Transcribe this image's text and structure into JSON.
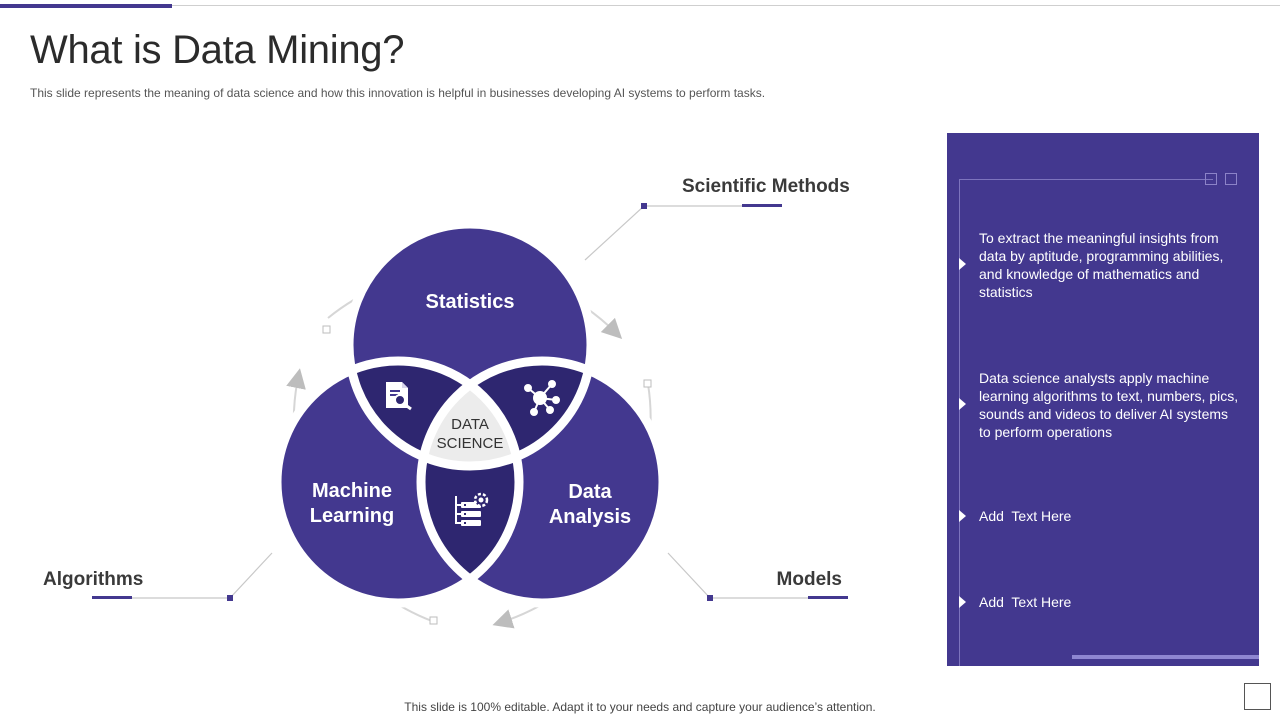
{
  "slide": {
    "title": "What is Data Mining?",
    "subtitle": "This slide represents the meaning of data science and how this innovation is helpful in businesses developing AI systems to perform tasks.",
    "footer": "This slide is 100% editable. Adapt it to your needs and capture your audience’s attention."
  },
  "diagram": {
    "circles": {
      "top": "Statistics",
      "left_line1": "Machine",
      "left_line2": "Learning",
      "right_line1": "Data",
      "right_line2": "Analysis"
    },
    "center_line1": "DATA",
    "center_line2": "SCIENCE",
    "callouts": {
      "top_right": "Scientific Methods",
      "bottom_left": "Algorithms",
      "bottom_right": "Models"
    },
    "icons": [
      "document-search-icon",
      "network-nodes-icon",
      "server-gear-icon"
    ]
  },
  "panel": {
    "items": [
      "To extract the meaningful insights from data by aptitude, programming abilities, and knowledge of mathematics and statistics",
      "Data science analysts apply machine learning algorithms to text, numbers, pics, sounds and videos to deliver AI systems to perform operations",
      "Add  Text Here",
      "Add  Text Here"
    ]
  },
  "colors": {
    "primary": "#43388f",
    "dark": "#2e2670",
    "center": "#ececec",
    "ring": "#d8d8d8"
  }
}
